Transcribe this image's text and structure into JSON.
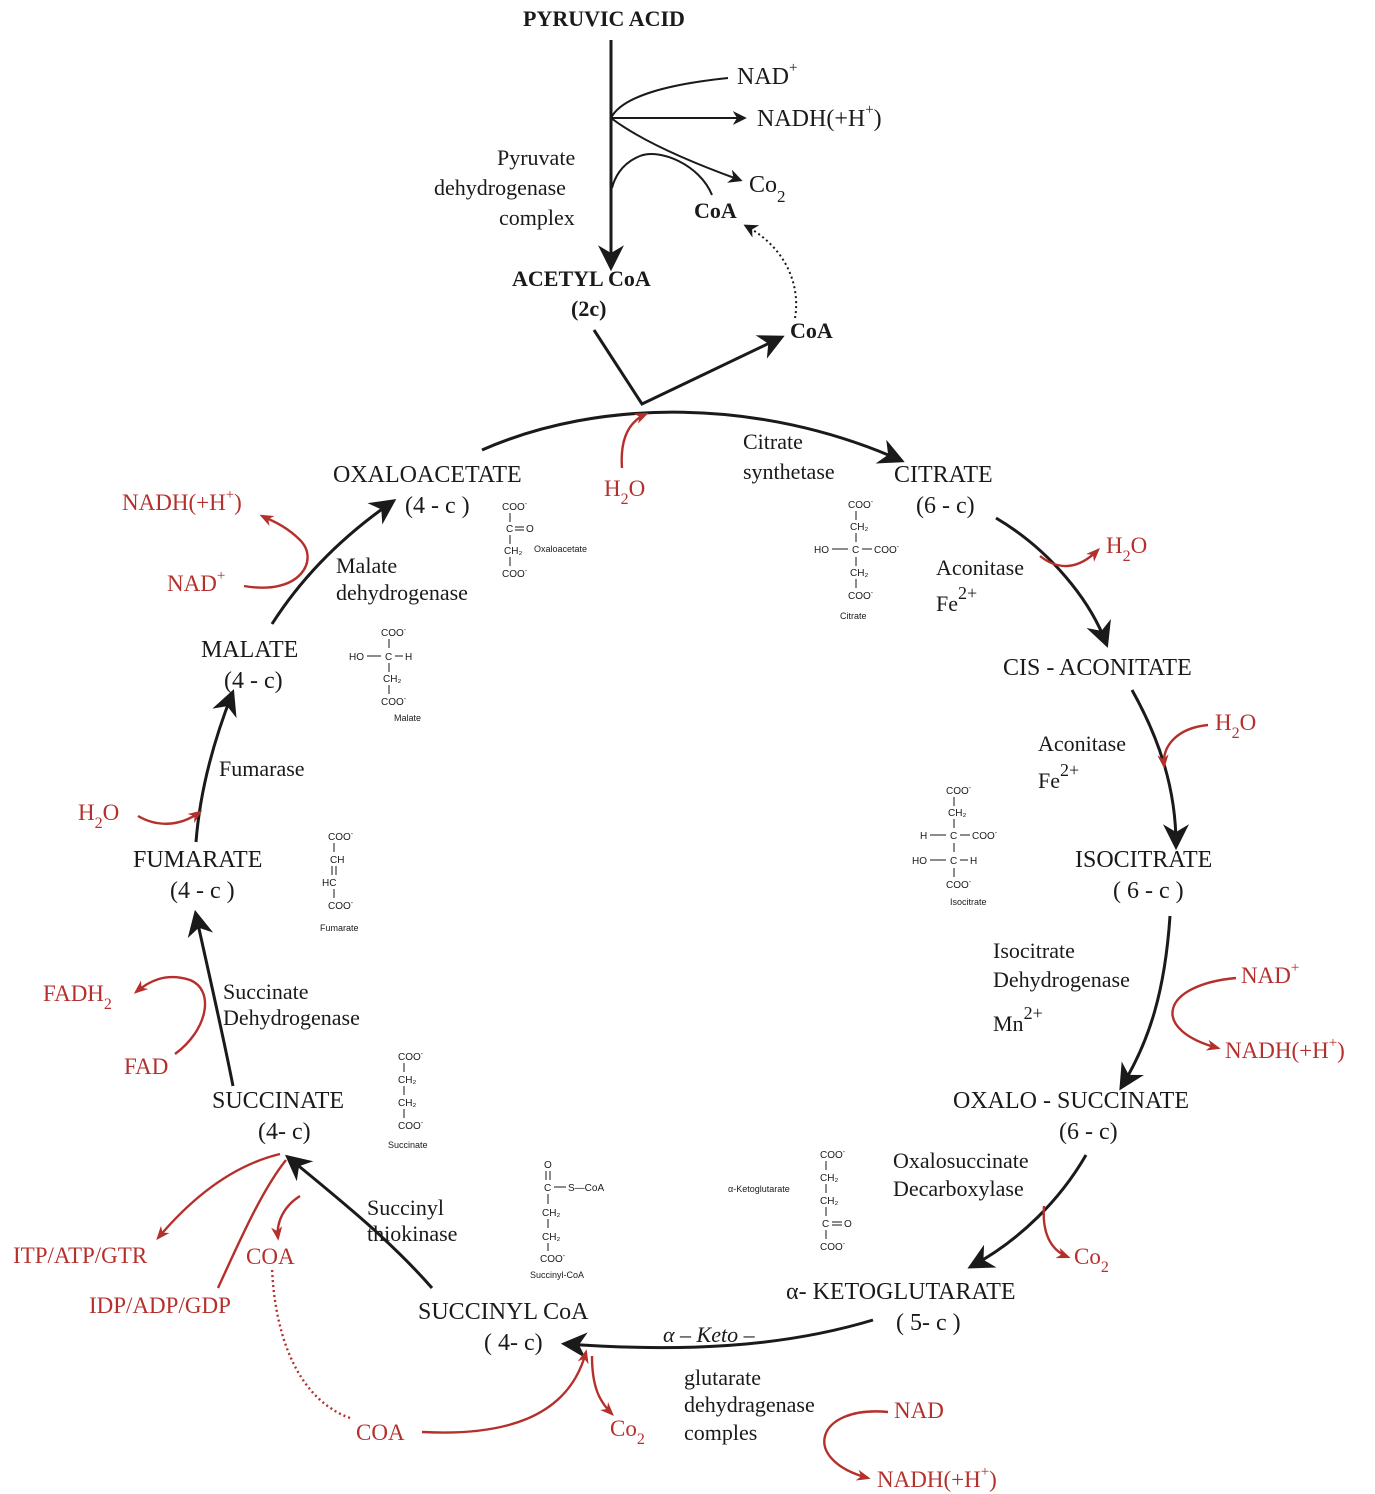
{
  "top": {
    "pyruvic_acid": "PYRUVIC ACID",
    "nad_plus": "NAD",
    "plus_sup": "+",
    "nadh": "NADH(+H",
    "nadh_close": ")",
    "co2": "Co",
    "two_sub": "2",
    "coa_bold": "CoA",
    "pdc_line1": "Pyruvate",
    "pdc_line2": "dehydrogenase",
    "pdc_line3": "complex",
    "acetyl_coa": "ACETYL CoA",
    "acetyl_c": "(2c)",
    "coa_released": "CoA"
  },
  "cycle": {
    "oxaloacetate": "OXALOACETATE",
    "oxaloacetate_c": "(4 - c )",
    "citrate": "CITRATE",
    "citrate_c": "(6 - c)",
    "cis_aconitate": "CIS - ACONITATE",
    "isocitrate": "ISOCITRATE",
    "isocitrate_c": "( 6 - c )",
    "oxalosuccinate": "OXALO - SUCCINATE",
    "oxalosuccinate_c": "(6 - c)",
    "aketoglutarate": "α- KETOGLUTARATE",
    "aketoglutarate_c": "( 5- c )",
    "succinyl_coa": "SUCCINYL CoA",
    "succinyl_coa_c": "( 4- c)",
    "succinate": "SUCCINATE",
    "succinate_c": "(4- c)",
    "fumarate": "FUMARATE",
    "fumarate_c": "(4 - c )",
    "malate": "MALATE",
    "malate_c": "(4 - c)"
  },
  "enzymes": {
    "citrate_synthetase_1": "Citrate",
    "citrate_synthetase_2": "synthetase",
    "aconitase_1": "Aconitase",
    "fe_1": "Fe",
    "aconitase_2": "Aconitase",
    "fe_2": "Fe",
    "two_plus": "2+",
    "icdh_1": "Isocitrate",
    "icdh_2": "Dehydrogenase",
    "mn": "Mn",
    "osd_1": "Oxalosuccinate",
    "osd_2": "Decarboxylase",
    "akgdh_1": "α – Keto –",
    "akgdh_2": "glutarate",
    "akgdh_3": "dehydragenase",
    "akgdh_4": "comples",
    "stk_1": "Succinyl",
    "stk_2": "thiokinase",
    "sdh_1": "Succinate",
    "sdh_2": "Dehydrogenase",
    "fumarase": "Fumarase",
    "mdh_1": "Malate",
    "mdh_2": "dehydrogenase"
  },
  "cofactors": {
    "h2o_h": "H",
    "h2o_o": "O",
    "two_sub": "2",
    "nad_plus": "NAD",
    "plus_sup": "+",
    "nadh": "NADH(+H",
    "close": ")",
    "nad": "NAD",
    "co": "Co",
    "fadh": "FADH",
    "fad": "FAD",
    "itp": "ITP/ATP/GTR",
    "idp": "IDP/ADP/GDP",
    "coa_upper": "COA"
  },
  "structures": {
    "oxaloacetate": "Oxaloacetate",
    "citrate": "Citrate",
    "malate": "Malate",
    "isocitrate": "Isocitrate",
    "fumarate": "Fumarate",
    "succinate": "Succinate",
    "succinyl_coa": "Succinyl-CoA",
    "aketoglutarate": "α-Ketoglutarate",
    "coo": "COO",
    "minus": "-",
    "c": "C",
    "ch2": "CH₂",
    "ch": "CH",
    "hc": "HC",
    "ho": "HO",
    "h": "H",
    "o": "O",
    "s_coa": "S—CoA"
  },
  "colors": {
    "ink": "#1a1a1a",
    "accent_red": "#b5302c",
    "background": "#ffffff"
  }
}
